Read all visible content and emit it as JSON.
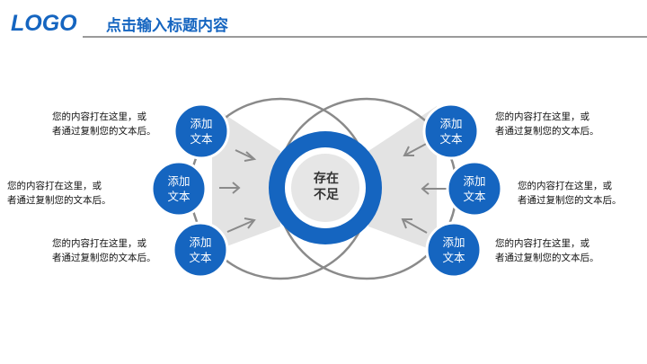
{
  "header": {
    "logo": "LOGO",
    "title": "点击输入标题内容"
  },
  "center": {
    "line1": "存在",
    "line2": "不足"
  },
  "nodes": [
    {
      "line1": "添加",
      "line2": "文本"
    },
    {
      "line1": "添加",
      "line2": "文本"
    },
    {
      "line1": "添加",
      "line2": "文本"
    },
    {
      "line1": "添加",
      "line2": "文本"
    },
    {
      "line1": "添加",
      "line2": "文本"
    },
    {
      "line1": "添加",
      "line2": "文本"
    }
  ],
  "descriptions": [
    {
      "line1": "您的内容打在这里，或",
      "line2": "者通过复制您的文本后。"
    },
    {
      "line1": "您的内容打在这里，或",
      "line2": "者通过复制您的文本后。"
    },
    {
      "line1": "您的内容打在这里，或",
      "line2": "者通过复制您的文本后。"
    },
    {
      "line1": "您的内容打在这里，或",
      "line2": "者通过复制您的文本后。"
    },
    {
      "line1": "您的内容打在这里，或",
      "line2": "者通过复制您的文本后。"
    },
    {
      "line1": "您的内容打在这里，或",
      "line2": "者通过复制您的文本后。"
    }
  ],
  "colors": {
    "accent": "#1565c0",
    "ring_gray": "#8a8a8a",
    "fan_gray": "#e3e3e3",
    "arrow_gray": "#8a8a8a"
  }
}
